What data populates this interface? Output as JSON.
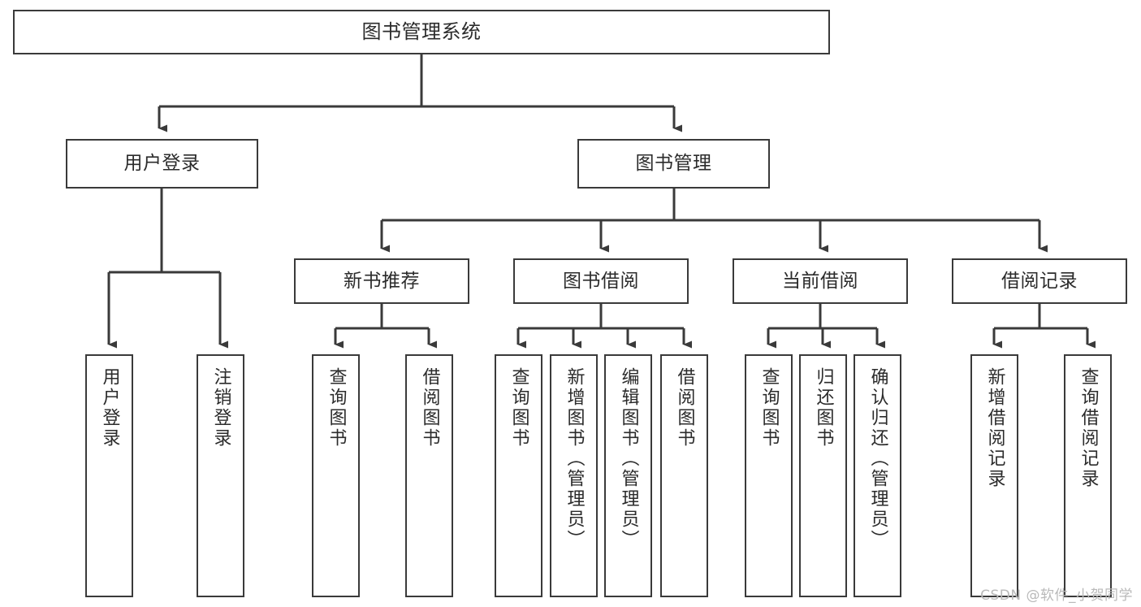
{
  "diagram": {
    "title": "图书管理系统",
    "watermark": "CSDN @软件_小贺同学",
    "stroke_color": "#3a3a3a",
    "text_color": "#2b2b2b",
    "background": "#ffffff",
    "root": {
      "label": "图书管理系统"
    },
    "level2": [
      {
        "label": "用户登录"
      },
      {
        "label": "图书管理"
      }
    ],
    "level3": [
      {
        "label": "新书推荐"
      },
      {
        "label": "图书借阅"
      },
      {
        "label": "当前借阅"
      },
      {
        "label": "借阅记录"
      }
    ],
    "leaves": {
      "user_login": [
        {
          "label": "用户登录"
        },
        {
          "label": "注销登录"
        }
      ],
      "new_book_recommend": [
        {
          "label": "查询图书"
        },
        {
          "label": "借阅图书"
        }
      ],
      "book_borrow": [
        {
          "label": "查询图书"
        },
        {
          "label": "新增图书（管理员）"
        },
        {
          "label": "编辑图书（管理员）"
        },
        {
          "label": "借阅图书"
        }
      ],
      "current_borrow": [
        {
          "label": "查询图书"
        },
        {
          "label": "归还图书"
        },
        {
          "label": "确认归还（管理员）"
        }
      ],
      "borrow_record": [
        {
          "label": "新增借阅记录"
        },
        {
          "label": "查询借阅记录"
        }
      ]
    }
  }
}
